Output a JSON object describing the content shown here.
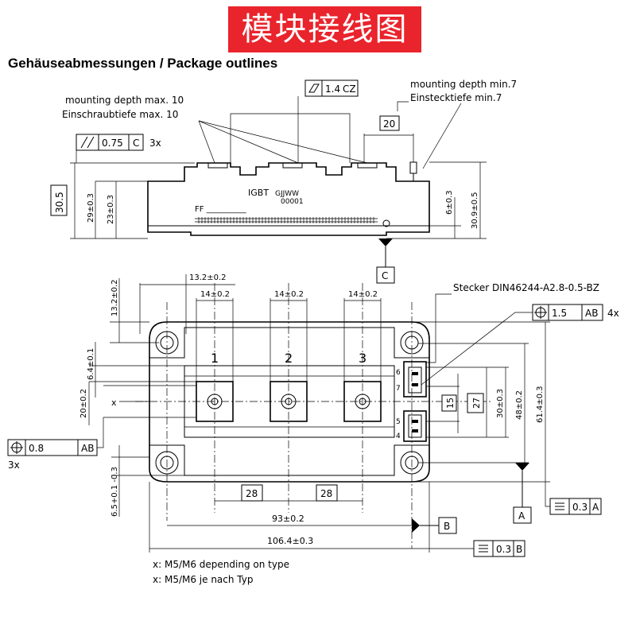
{
  "banner": {
    "title": "模块接线图",
    "color": "#e9242c"
  },
  "heading": "Gehäuseabmessungen / Package outlines",
  "side_view": {
    "mount_max_en": "mounting depth max. 10",
    "mount_max_de": "Einschraubtiefe max. 10",
    "mount_min_en": "mounting depth min.7",
    "mount_min_de": "Einstecktiefe min.7",
    "flatness_value": "1.4",
    "flatness_ref": "CZ",
    "parallel_value": "0.75",
    "parallel_ref": "C",
    "parallel_count": "3x",
    "dim_20": "20",
    "dim_30_5": "30.5",
    "dim_29": "29±0.3",
    "dim_23": "23±0.3",
    "dim_6": "6±0.3",
    "dim_30_9": "30.9±0.5",
    "label_igbt": "IGBT",
    "label_code": "GJJWW",
    "label_serial": "00001",
    "label_ff": "FF __________",
    "datum_c": "C"
  },
  "top_view": {
    "dim_13_2_h": "13.2±0.2",
    "dim_13_2_v": "13.2±0.2",
    "dim_14_a": "14±0.2",
    "dim_14_b": "14±0.2",
    "dim_14_c": "14±0.2",
    "stecker": "Stecker DIN46244-A2.8-0.5-BZ",
    "pos_1_5": "1.5",
    "pos_1_5_ref": "AB",
    "pos_1_5_count": "4x",
    "term_1": "1",
    "term_2": "2",
    "term_3": "3",
    "pin_6": "6",
    "pin_7": "7",
    "pin_4": "4",
    "pin_5": "5",
    "dim_6_4": "6.4±0.1",
    "dim_20": "20±0.2",
    "x_mark": "x",
    "pos_0_8": "0.8",
    "pos_0_8_ref": "AB",
    "pos_0_8_count": "3x",
    "dim_15": "15",
    "dim_27": "27",
    "dim_30": "30±0.3",
    "dim_48": "48±0.2",
    "dim_61_4": "61.4±0.3",
    "dim_28_a": "28",
    "dim_28_b": "28",
    "dim_6_5": "6.5+0.1 -0.3",
    "dim_93": "93±0.2",
    "dim_106_4": "106.4±0.3",
    "datum_a": "A",
    "datum_b": "B",
    "flat_a_value": "0.3",
    "flat_a_ref": "A",
    "flat_b_value": "0.3",
    "flat_b_ref": "B"
  },
  "notes": {
    "line1": "x: M5/M6 depending on type",
    "line2": "x: M5/M6 je nach Typ"
  }
}
